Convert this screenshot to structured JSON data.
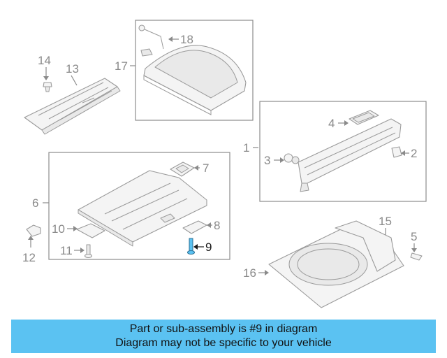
{
  "diagram": {
    "callouts": [
      "1",
      "2",
      "3",
      "4",
      "5",
      "6",
      "7",
      "8",
      "9",
      "10",
      "11",
      "12",
      "13",
      "14",
      "15",
      "16",
      "17",
      "18"
    ],
    "highlighted": "9"
  },
  "banner": {
    "line1": "Part or sub-assembly is #9 in diagram",
    "line2": "Diagram may not be specific to your vehicle",
    "background": "#5bc2f2"
  }
}
